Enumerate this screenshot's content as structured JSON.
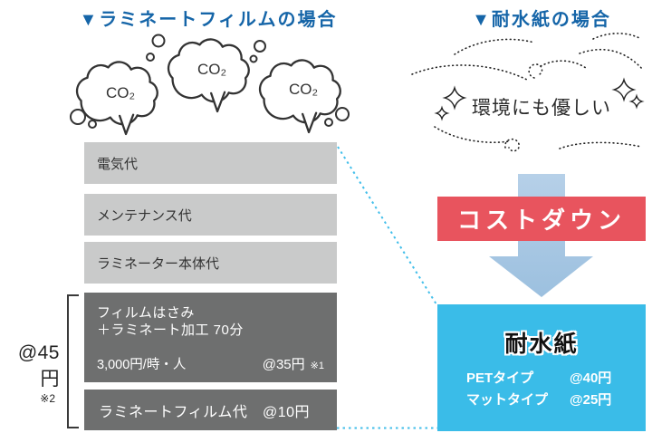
{
  "left_section": {
    "title": "▼ラミネートフィルムの場合",
    "co2_label": "CO₂",
    "cost_bars": [
      {
        "label": "電気代"
      },
      {
        "label": "メンテナンス代"
      },
      {
        "label": "ラミネーター本体代"
      }
    ],
    "labor_bar": {
      "line1": "フィルムはさみ",
      "line2": "＋ラミネート加工 70分",
      "rate": "3,000円/時・人",
      "price": "@35円",
      "note": "※1"
    },
    "film_bar": {
      "label": "ラミネートフィルム代",
      "price": "@10円"
    },
    "bracket_total": {
      "price": "@45円",
      "note": "※2"
    }
  },
  "right_section": {
    "title": "▼耐水紙の場合",
    "eco_message": "環境にも優しい",
    "banner": "コストダウン",
    "product_box": {
      "title": "耐水紙",
      "options": [
        {
          "label": "PETタイプ",
          "price": "@40円"
        },
        {
          "label": "マットタイプ",
          "price": "@25円"
        }
      ]
    }
  },
  "colors": {
    "heading_blue": "#1565A8",
    "light_gray_bar": "#C9CACA",
    "dark_gray_bar": "#6E6F6F",
    "banner_red": "#E8545E",
    "arrow_blue": "#A7C7E2",
    "box_cyan": "#3ABCE8",
    "connector_cyan": "#41BEEA"
  }
}
